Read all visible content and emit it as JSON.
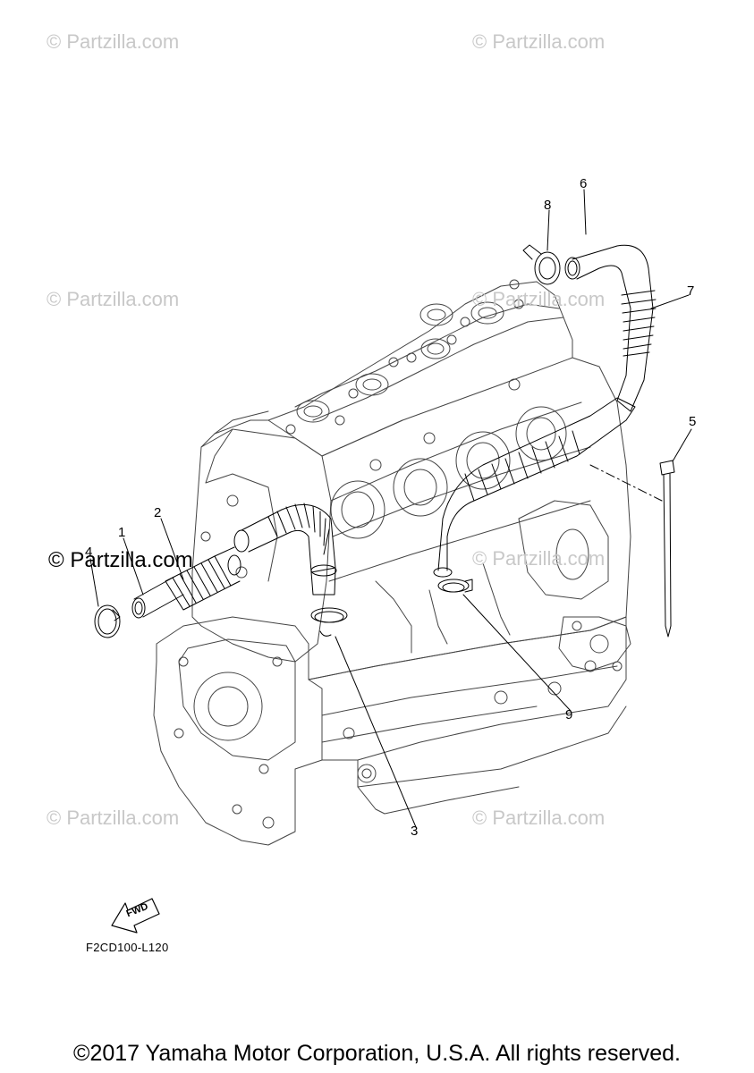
{
  "watermarks": [
    "© Partzilla.com",
    "© Partzilla.com",
    "© Partzilla.com",
    "© Partzilla.com",
    "© Partzilla.com",
    "© Partzilla.com",
    "© Partzilla.com"
  ],
  "watermark_strong": "© Partzilla.com",
  "callouts": [
    "1",
    "2",
    "3",
    "4",
    "5",
    "6",
    "7",
    "8",
    "9"
  ],
  "fwd_label": "FWD",
  "part_code": "F2CD100-L120",
  "copyright": "©2017 Yamaha Motor Corporation, U.S.A. All rights reserved."
}
